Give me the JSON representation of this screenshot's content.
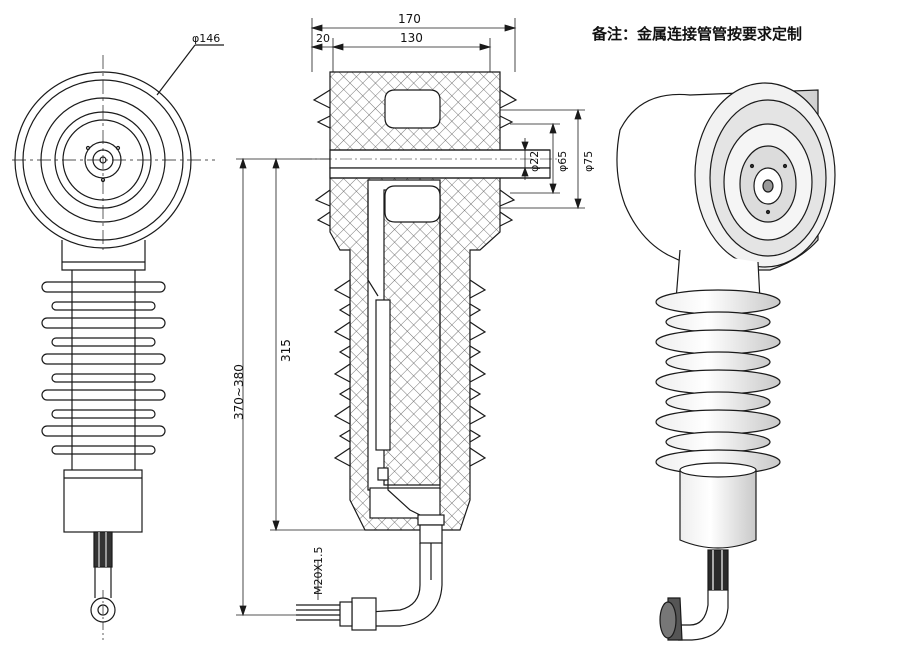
{
  "note": "备注：金属连接管管按要求定制",
  "dimensions": {
    "top_diameter": "φ146",
    "overall_width": "170",
    "inner_width": "130",
    "wall_offset": "20",
    "bore_22": "φ22",
    "bore_65": "φ65",
    "bore_75": "φ75",
    "body_height": "315",
    "total_height": "370~380",
    "thread": "M20X1.5"
  },
  "colors": {
    "line": "#1a1a1a",
    "hatch": "#555555",
    "background": "#ffffff"
  }
}
